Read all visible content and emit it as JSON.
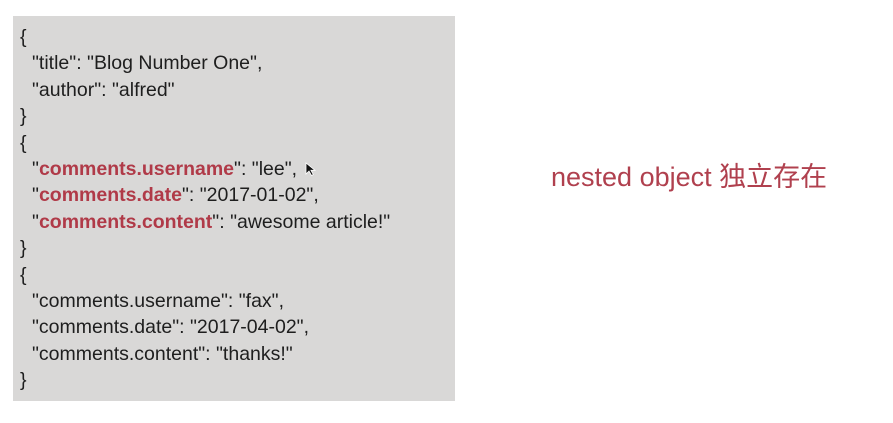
{
  "code": {
    "doc1_open": "{",
    "title_line": "\"title\": \"Blog Number One\",",
    "author_line": "\"author\": \"alfred\"",
    "doc1_close": "}",
    "doc2_open": "{",
    "doc2_username_key": "comments.username",
    "doc2_username_val": ": \"lee\",",
    "doc2_date_key": "comments.date",
    "doc2_date_val": ": \"2017-01-02\",",
    "doc2_content_key": "comments.content",
    "doc2_content_val": ": \"awesome article!\"",
    "doc2_close": "}",
    "doc3_open": "{",
    "doc3_username_line": "\"comments.username\": \"fax\",",
    "doc3_date_line": "\"comments.date\": \"2017-04-02\",",
    "doc3_content_line": "\"comments.content\": \"thanks!\"",
    "doc3_close": "}"
  },
  "annotation": "nested object 独立存在",
  "colors": {
    "highlight": "#b03a48",
    "code_background": "#d9d8d7",
    "annotation": "#b0404e"
  },
  "icons": {
    "cursor": "mouse-pointer-icon"
  }
}
